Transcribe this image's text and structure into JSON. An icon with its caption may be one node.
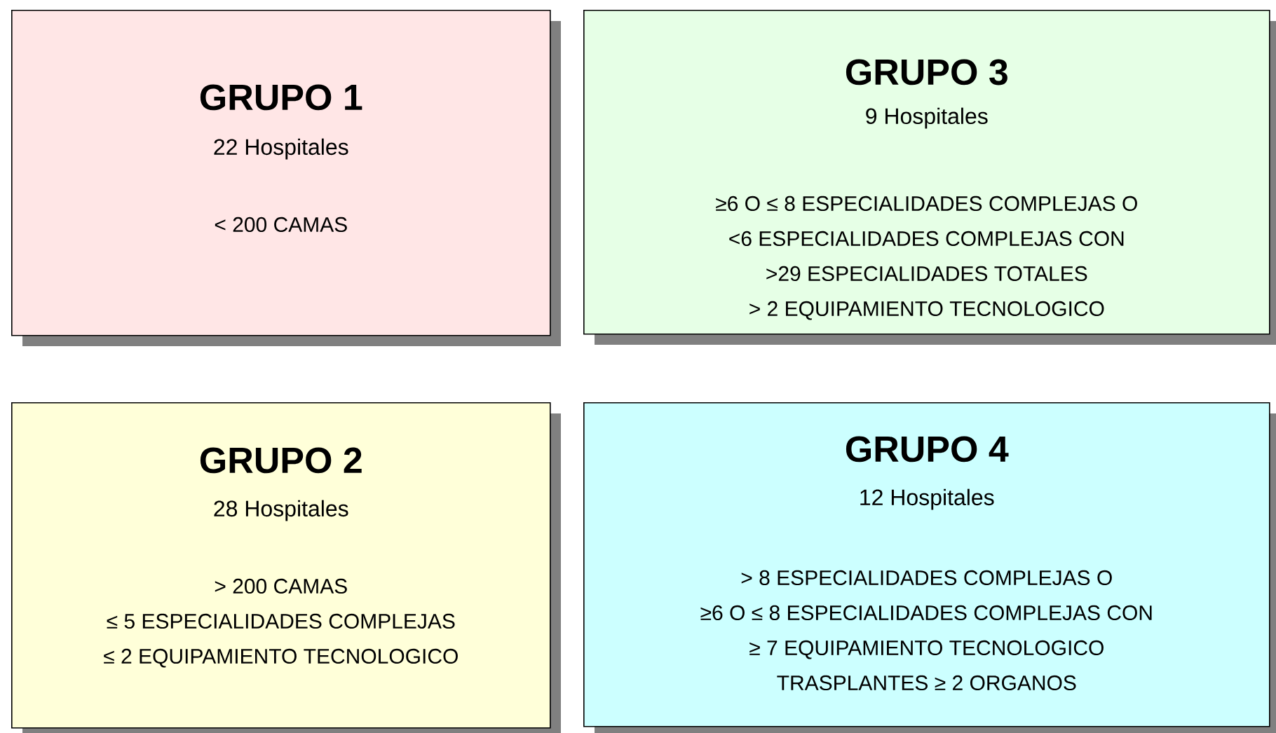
{
  "diagram": {
    "nodes": [
      {
        "text": [
          "GRUPO 1",
          "22 Hospitales",
          "< 200 CAMAS"
        ]
      },
      {
        "text": [
          "GRUPO 3",
          "9 Hospitales",
          "≥6 O ≤ 8 ESPECIALIDADES COMPLEJAS O",
          "<6 ESPECIALIDADES COMPLEJAS CON",
          ">29 ESPECIALIDADES TOTALES",
          "> 2 EQUIPAMIENTO TECNOLOGICO"
        ]
      },
      {
        "text": [
          "GRUPO 2",
          "28 Hospitales",
          "> 200 CAMAS",
          "≤ 5 ESPECIALIDADES COMPLEJAS",
          "≤ 2 EQUIPAMIENTO TECNOLOGICO"
        ]
      },
      {
        "text": [
          "GRUPO 4",
          "12 Hospitales",
          "> 8 ESPECIALIDADES COMPLEJAS O",
          "≥6 O ≤ 8 ESPECIALIDADES COMPLEJAS CON",
          "≥ 7 EQUIPAMIENTO TECNOLOGICO",
          "TRASPLANTES ≥ 2 ORGANOS"
        ]
      }
    ]
  }
}
